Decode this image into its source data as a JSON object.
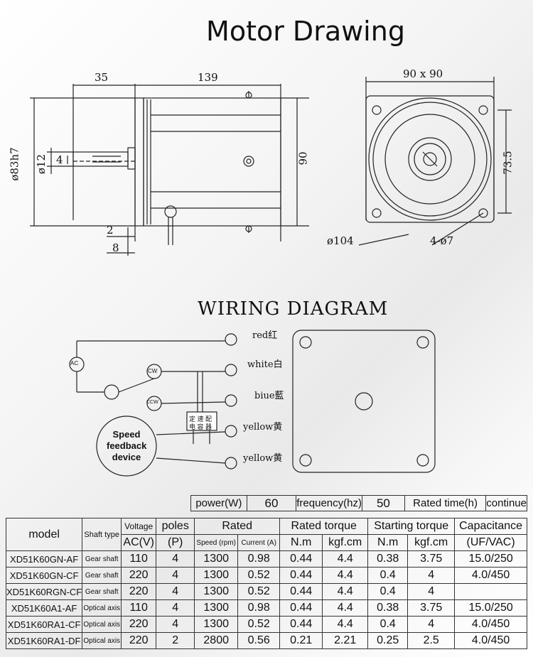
{
  "title": "Motor Drawing",
  "dims": {
    "d35": "35",
    "d139": "139",
    "d83": "ø83h7",
    "d12": "ø12",
    "d4": "4",
    "d90": "90",
    "d2": "2",
    "d8": "8",
    "d90x90": "90 x 90",
    "d73_5": "73.5",
    "d104": "ø104",
    "d4holes": "4-ø7"
  },
  "wiring": {
    "title": "WIRING DIAGRAM",
    "wires": [
      "red红",
      "white白",
      "biue藍",
      "yellow黄",
      "yellow黄"
    ],
    "ac": "AC",
    "cw": "CW",
    "ccw": "CCW",
    "cap1": "定 速 配",
    "cap2": "电 容 器",
    "sf1": "Speed",
    "sf2": "feedback",
    "sf3": "device"
  },
  "spec": {
    "power_label": "power(W)",
    "power_value": "60",
    "freq_label": "frequency(hz)",
    "freq_value": "50",
    "time_label": "Rated time(h)",
    "time_value": "continue"
  },
  "table": {
    "headers": {
      "model": "model",
      "shaft": "Shaft type",
      "voltage": "Voltage",
      "poles": "poles",
      "rated": "Rated",
      "rated_torque": "Rated torque",
      "starting_torque": "Starting torque",
      "capacitance": "Capacitance"
    },
    "sub": {
      "acv": "AC(V)",
      "p": "(P)",
      "speed": "Speed (rpm)",
      "current": "Current (A)",
      "nm1": "N.m",
      "kgf1": "kgf.cm",
      "nm2": "N.m",
      "kgf2": "kgf.cm",
      "ufvac": "(UF/VAC)"
    },
    "rows": [
      [
        "XD51K60GN-AF",
        "Gear shaft",
        "110",
        "4",
        "1300",
        "0.98",
        "0.44",
        "4.4",
        "0.38",
        "3.75",
        "15.0/250"
      ],
      [
        "XD51K60GN-CF",
        "Gear shaft",
        "220",
        "4",
        "1300",
        "0.52",
        "0.44",
        "4.4",
        "0.4",
        "4",
        "4.0/450"
      ],
      [
        "XD51K60RGN-CF",
        "Gear shaft",
        "220",
        "4",
        "1300",
        "0.52",
        "0.44",
        "4.4",
        "0.4",
        "4",
        ""
      ],
      [
        "XD51K60A1-AF",
        "Optical axis",
        "110",
        "4",
        "1300",
        "0.98",
        "0.44",
        "4.4",
        "0.38",
        "3.75",
        "15.0/250"
      ],
      [
        "XD51K60RA1-CF",
        "Optical axis",
        "220",
        "4",
        "1300",
        "0.52",
        "0.44",
        "4.4",
        "0.4",
        "4",
        "4.0/450"
      ],
      [
        "XD51K60RA1-DF",
        "Optical axis",
        "220",
        "2",
        "2800",
        "0.56",
        "0.21",
        "2.21",
        "0.25",
        "2.5",
        "4.0/450"
      ]
    ]
  }
}
